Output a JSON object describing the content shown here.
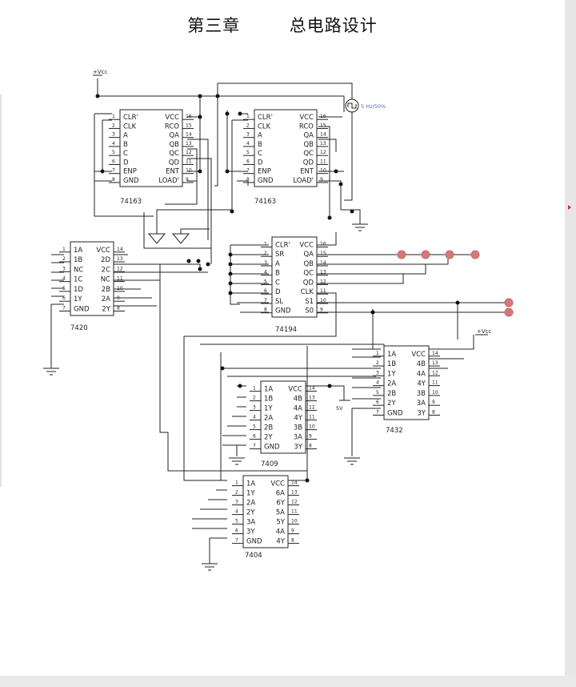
{
  "document": {
    "title": "第三章        总电路设计"
  },
  "schematic": {
    "vcc_label": "+Vcc",
    "clock_label": "5 Hz/50%",
    "vcc2_label": "+Vcc",
    "v5_label": "5V",
    "chips": [
      {
        "part": "74163",
        "left_pins": [
          "CLR'",
          "CLK",
          "A",
          "B",
          "C",
          "D",
          "ENP",
          "GND"
        ],
        "right_pins": [
          "VCC",
          "RCO",
          "QA",
          "QB",
          "QC",
          "QD",
          "ENT",
          "LOAD'"
        ]
      },
      {
        "part": "74163",
        "left_pins": [
          "CLR'",
          "CLK",
          "A",
          "B",
          "C",
          "D",
          "ENP",
          "GND"
        ],
        "right_pins": [
          "VCC",
          "RCO",
          "QA",
          "QB",
          "QC",
          "QD",
          "ENT",
          "LOAD'"
        ]
      },
      {
        "part": "7420",
        "left_pins": [
          "1A",
          "1B",
          "NC",
          "1C",
          "1D",
          "1Y",
          "GND"
        ],
        "right_pins": [
          "VCC",
          "2D",
          "2C",
          "NC",
          "2B",
          "2A",
          "2Y"
        ]
      },
      {
        "part": "74194",
        "left_pins": [
          "CLR'",
          "SR",
          "A",
          "B",
          "C",
          "D",
          "SL",
          "GND"
        ],
        "right_pins": [
          "VCC",
          "QA",
          "QB",
          "QC",
          "QD",
          "CLK",
          "S1",
          "S0"
        ]
      },
      {
        "part": "7432",
        "left_pins": [
          "1A",
          "1B",
          "1Y",
          "2A",
          "2B",
          "2Y",
          "GND"
        ],
        "right_pins": [
          "VCC",
          "4B",
          "4A",
          "4Y",
          "3B",
          "3A",
          "3Y"
        ]
      },
      {
        "part": "7409",
        "left_pins": [
          "1A",
          "1B",
          "1Y",
          "2A",
          "2B",
          "2Y",
          "GND"
        ],
        "right_pins": [
          "VCC",
          "4B",
          "4A",
          "4Y",
          "3B",
          "3A",
          "3Y"
        ]
      },
      {
        "part": "7404",
        "left_pins": [
          "1A",
          "1Y",
          "2A",
          "2Y",
          "3A",
          "3Y",
          "GND"
        ],
        "right_pins": [
          "VCC",
          "6A",
          "6Y",
          "5A",
          "5Y",
          "4A",
          "4Y"
        ]
      }
    ]
  }
}
